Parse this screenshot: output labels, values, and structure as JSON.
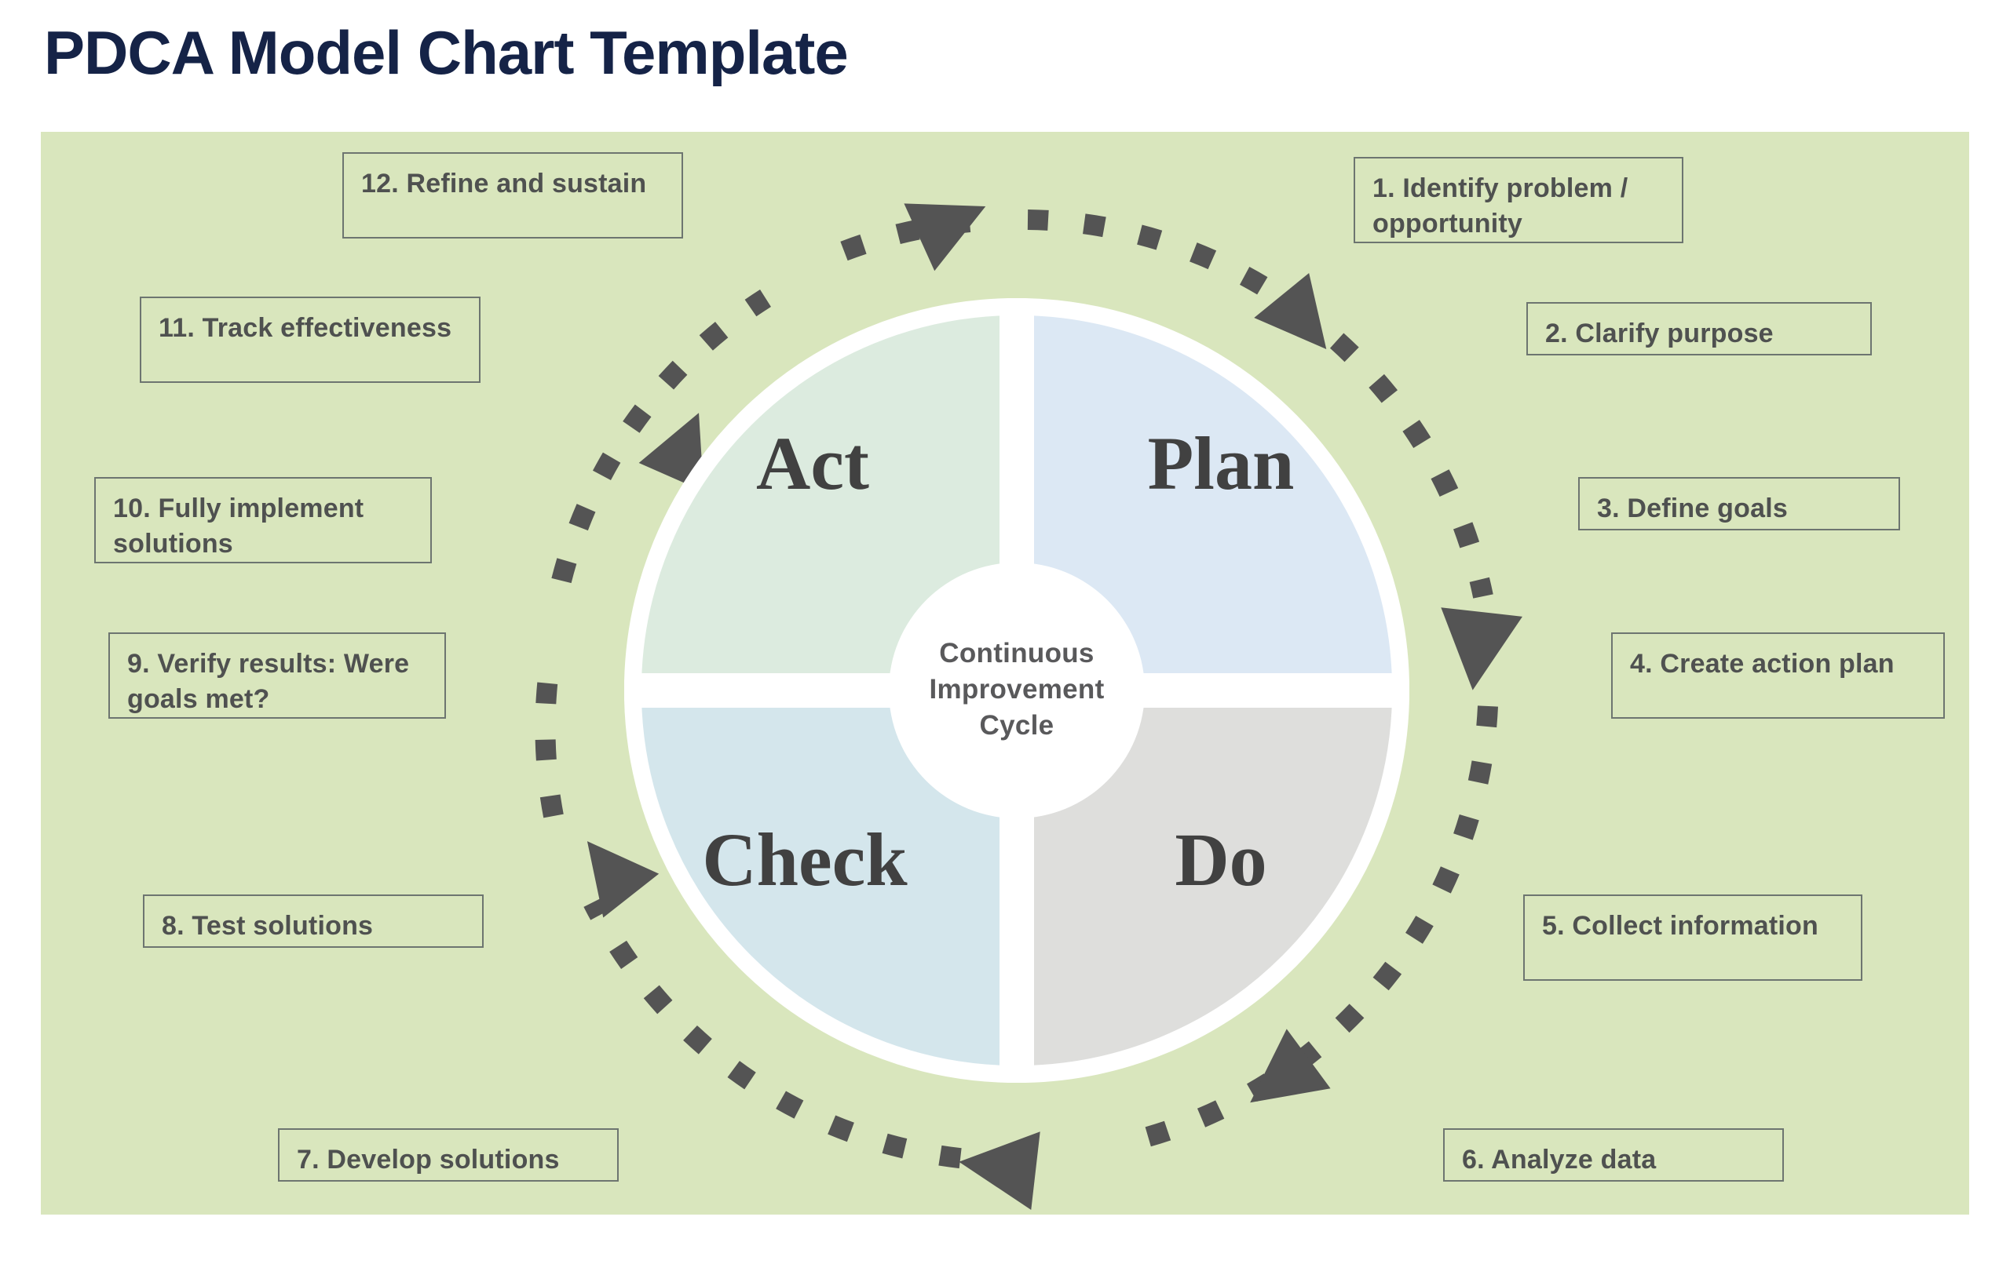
{
  "page": {
    "title": "PDCA Model Chart Template",
    "title_color": "#152347",
    "panel_color": "#d9e6bd",
    "background_color": "#ffffff"
  },
  "wheel": {
    "center_label": "Continuous\nImprovement\nCycle",
    "center_line_1": "Continuous",
    "center_line_2": "Improvement",
    "center_line_3": "Cycle",
    "center_text_color": "#59595b",
    "quadrants": [
      {
        "name": "plan",
        "label": "Plan",
        "color": "#dce8f4",
        "position": "top-right"
      },
      {
        "name": "do",
        "label": "Do",
        "color": "#dededc",
        "position": "bottom-right"
      },
      {
        "name": "check",
        "label": "Check",
        "color": "#d4e6ec",
        "position": "bottom-left"
      },
      {
        "name": "act",
        "label": "Act",
        "color": "#dcebdf",
        "position": "top-left"
      }
    ],
    "quadrant_label_color": "#414141",
    "separator_color": "#ffffff",
    "hub_color": "#ffffff"
  },
  "arrow_ring": {
    "color": "#545454",
    "style": "dotted-square-dashes",
    "direction": "clockwise",
    "arrowhead_count": 6
  },
  "callouts": [
    {
      "id": "step-1",
      "text": "1. Identify problem / opportunity"
    },
    {
      "id": "step-2",
      "text": "2. Clarify purpose"
    },
    {
      "id": "step-3",
      "text": "3. Define goals"
    },
    {
      "id": "step-4",
      "text": "4. Create action plan"
    },
    {
      "id": "step-5",
      "text": "5. Collect information"
    },
    {
      "id": "step-6",
      "text": "6. Analyze data"
    },
    {
      "id": "step-7",
      "text": "7. Develop solutions"
    },
    {
      "id": "step-8",
      "text": "8. Test solutions"
    },
    {
      "id": "step-9",
      "text": "9. Verify results: Were goals met?"
    },
    {
      "id": "step-10",
      "text": "10. Fully implement solutions"
    },
    {
      "id": "step-11",
      "text": "11. Track effectiveness"
    },
    {
      "id": "step-12",
      "text": "12. Refine and sustain"
    }
  ],
  "callout_border_color": "#6d7570",
  "callout_text_color": "#4f5150"
}
